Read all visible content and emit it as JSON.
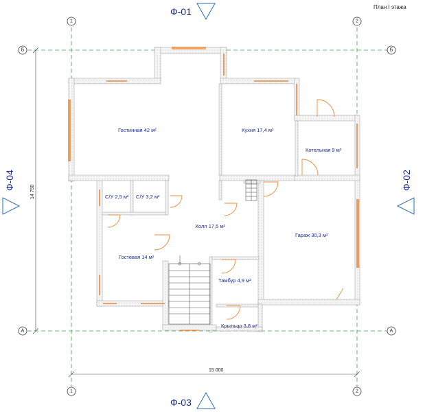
{
  "title": "План I этажа",
  "facades": {
    "top": "Ф-01",
    "right": "Ф-02",
    "bottom": "Ф-03",
    "left": "Ф-04"
  },
  "axes": {
    "col1": "1",
    "col2": "2",
    "rowA": "А",
    "rowB": "Б"
  },
  "dimensions": {
    "width": "15 000",
    "height": "14 750"
  },
  "rooms": {
    "living": "Гостинная 42 м²",
    "kitchen": "Кухня 17,4 м²",
    "boiler": "Котельная 9 м²",
    "wc1": "С/У 2,5 м²",
    "wc2": "С/У 3,2 м²",
    "hall": "Холл 17,5 м²",
    "garage": "Гараж 30,3 м²",
    "guest": "Гостевая 14 м²",
    "vestibule": "Тамбур 4,9 м²",
    "porch": "Крыльцо 3,8 м²"
  }
}
